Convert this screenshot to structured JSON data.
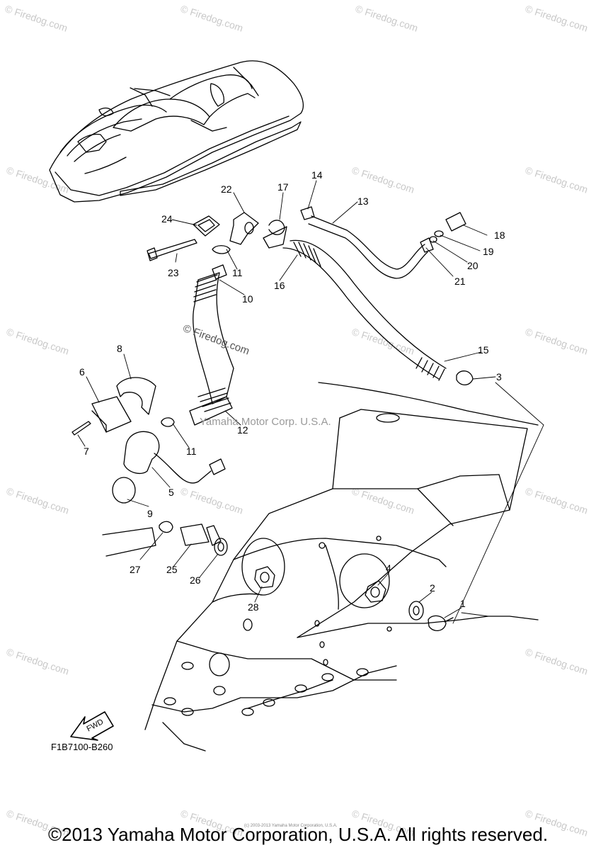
{
  "watermark": {
    "site": "© Firedog.com",
    "center_site": "© Firedog.com",
    "center_owner": "Yamaha Motor Corp. U.S.A."
  },
  "diagram": {
    "code": "F1B7100-B260",
    "fwd_label": "FWD",
    "parts": {
      "p1": "1",
      "p2": "2",
      "p3": "3",
      "p4": "4",
      "p5": "5",
      "p6": "6",
      "p7": "7",
      "p8": "8",
      "p9": "9",
      "p10": "10",
      "p11a": "11",
      "p11b": "11",
      "p12": "12",
      "p13": "13",
      "p14": "14",
      "p15": "15",
      "p16": "16",
      "p17": "17",
      "p18": "18",
      "p19": "19",
      "p20": "20",
      "p21": "21",
      "p22": "22",
      "p23": "23",
      "p24": "24",
      "p25": "25",
      "p26": "26",
      "p27": "27",
      "p28": "28"
    }
  },
  "footer": {
    "small_note": "(c) 2003-2013 Yamaha Motor Corporation, U.S.A.",
    "copyright": "©2013 Yamaha Motor Corporation, U.S.A. All rights reserved."
  }
}
